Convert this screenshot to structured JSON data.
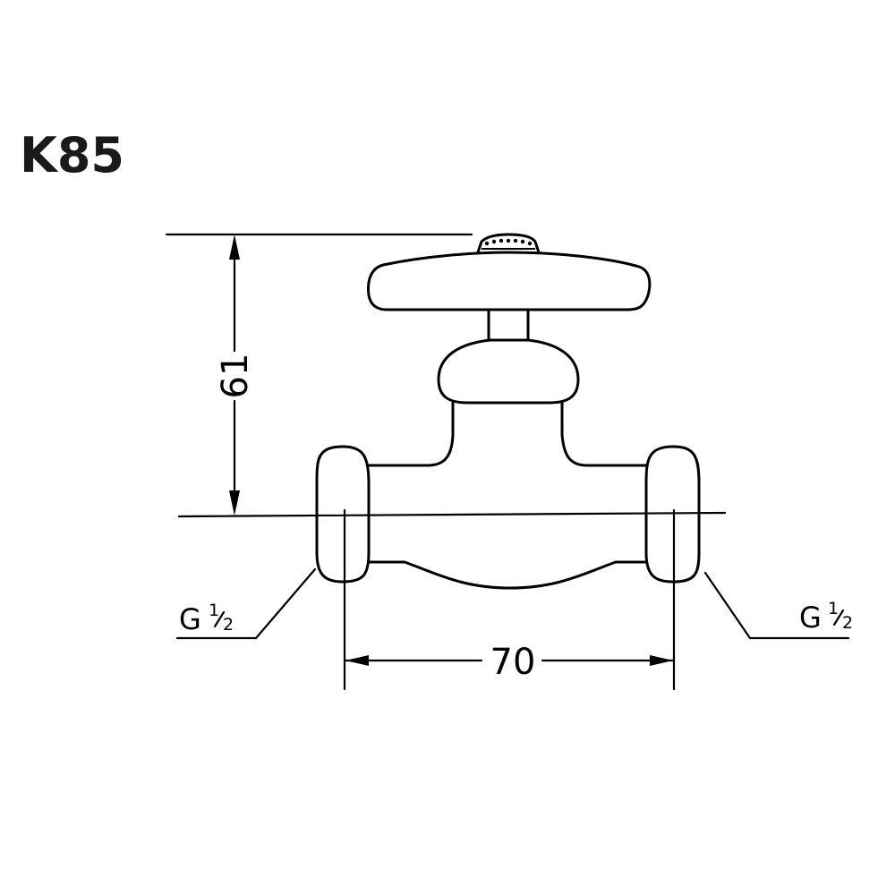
{
  "title": "K85",
  "dimensions": {
    "height": "61",
    "width": "70"
  },
  "thread_left": {
    "letter": "G",
    "numerator": "1",
    "denominator": "2"
  },
  "thread_right": {
    "letter": "G",
    "numerator": "1",
    "denominator": "2"
  },
  "colors": {
    "line": "#000000",
    "background": "#ffffff"
  }
}
